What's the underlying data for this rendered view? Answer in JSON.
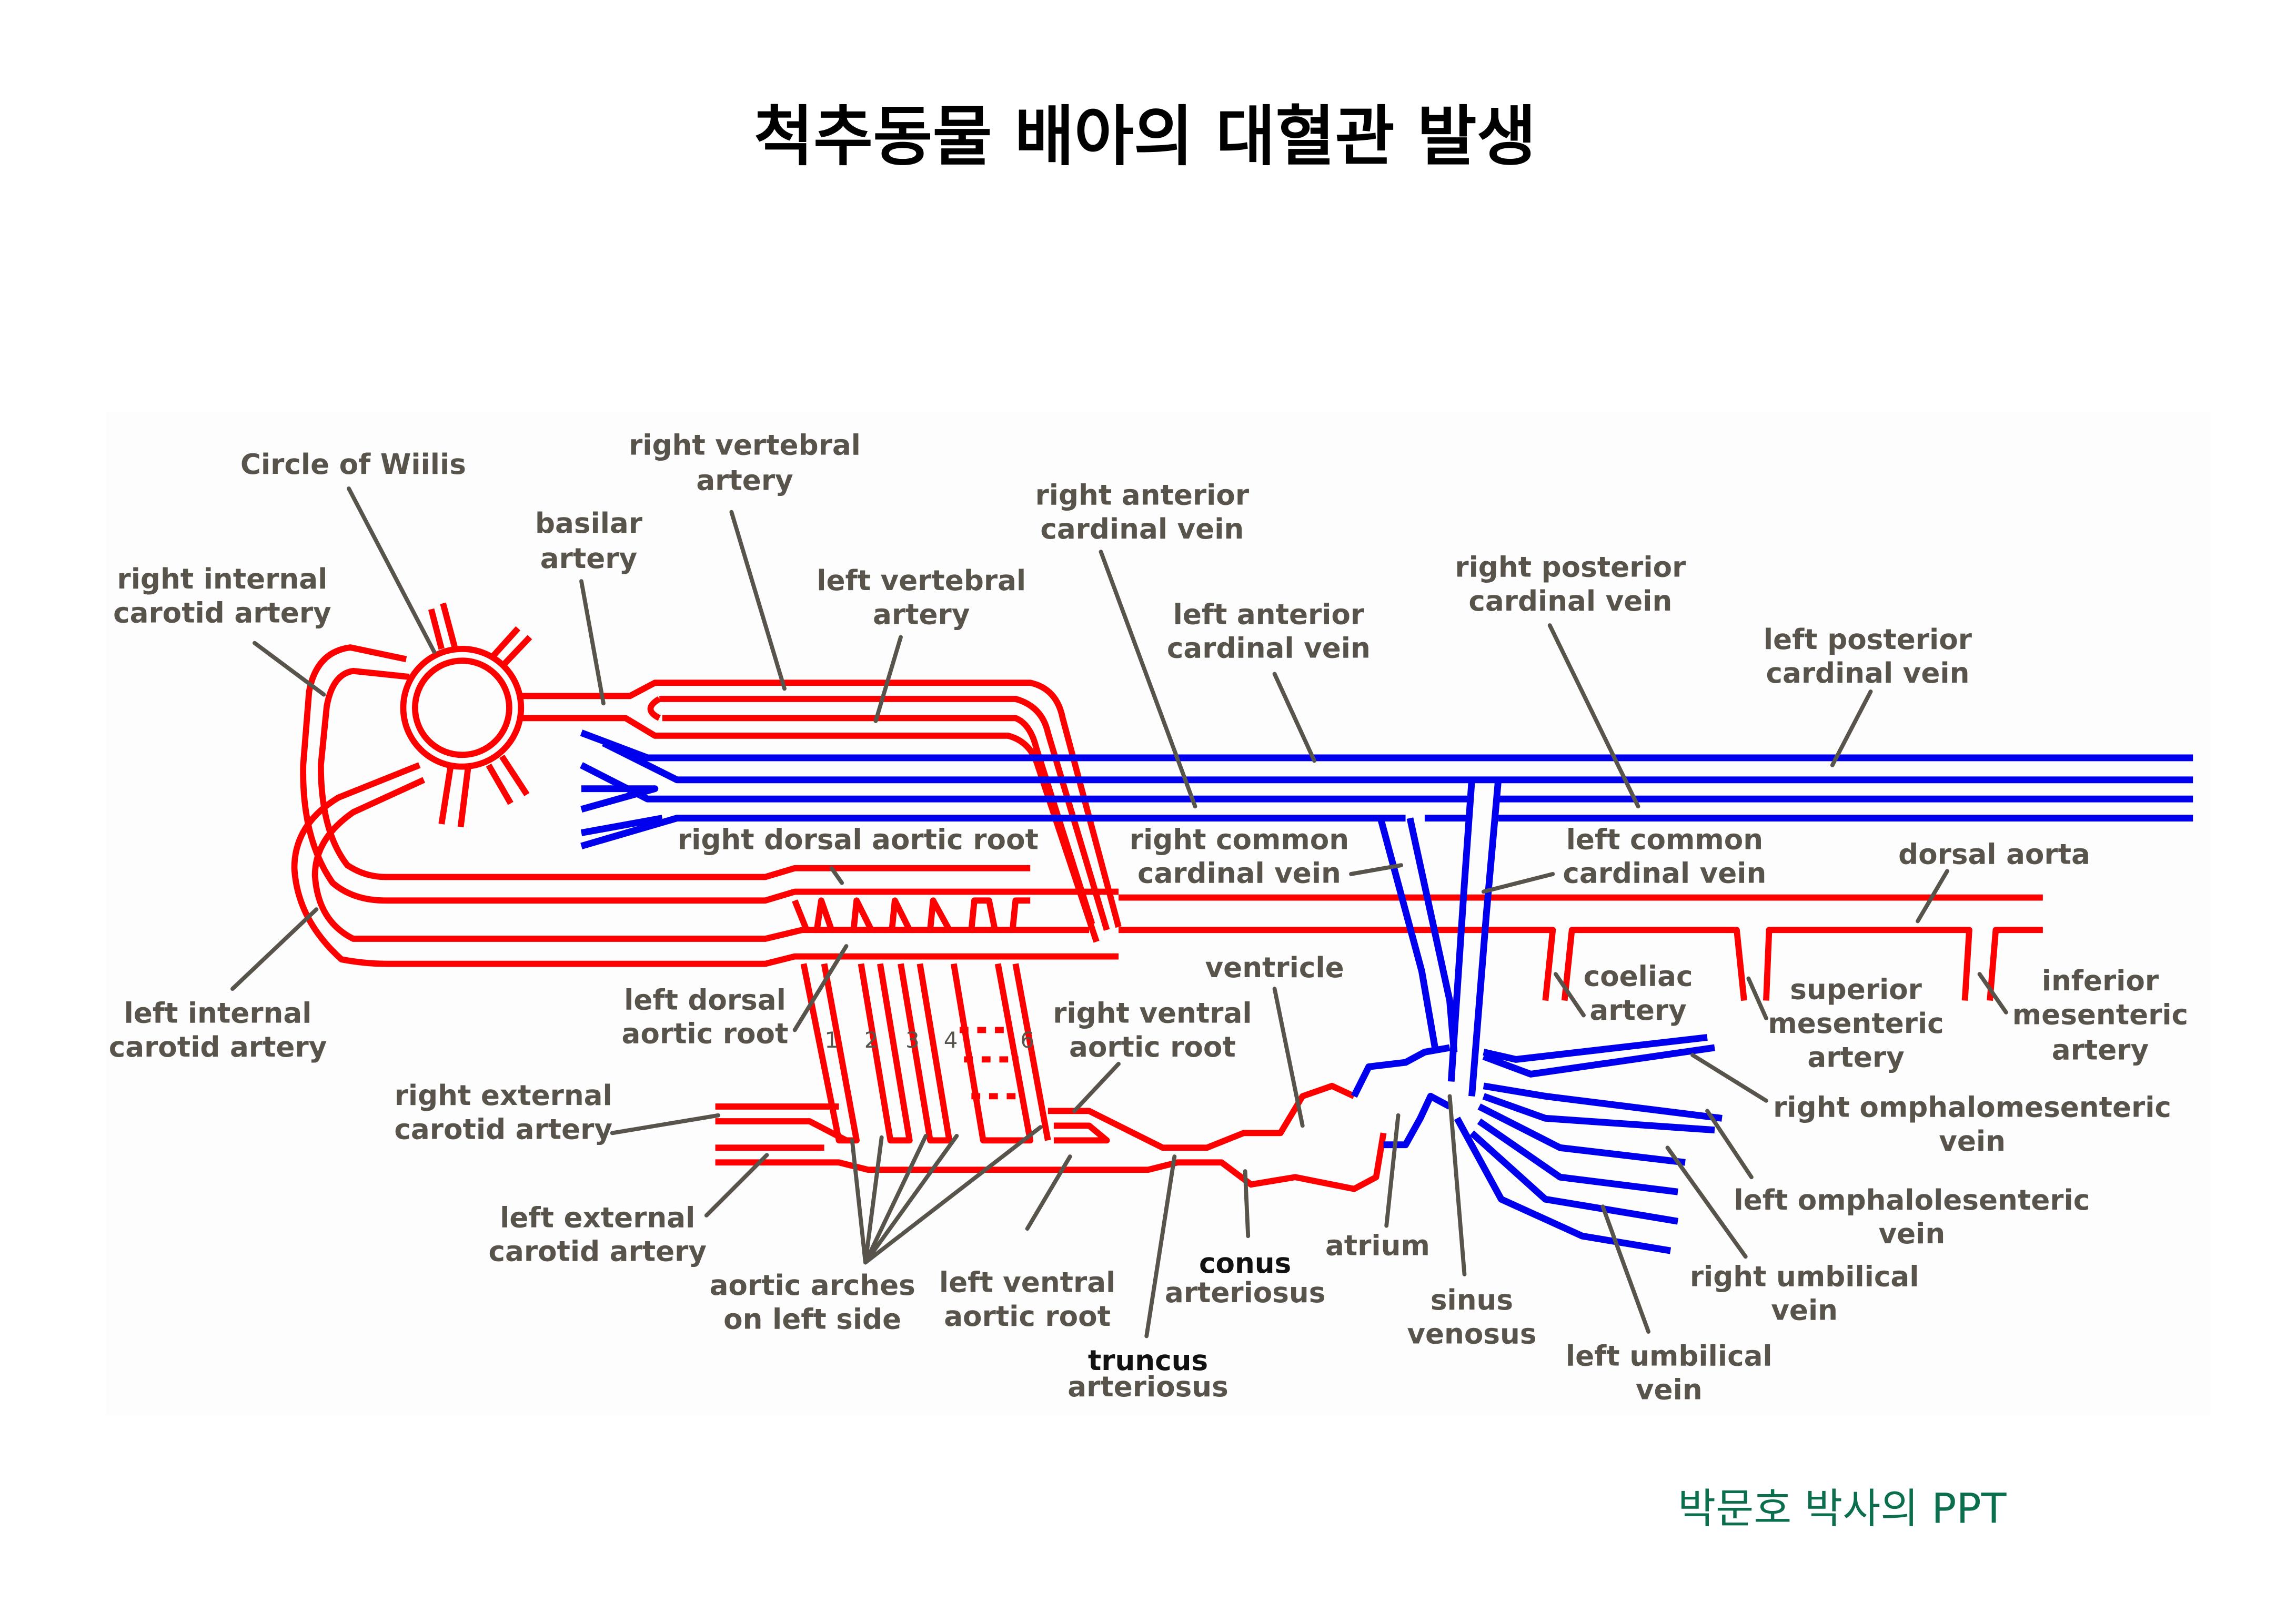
{
  "title": "척추동물 배아의 대혈관 발생",
  "credit": "박문호 박사의 PPT",
  "colors": {
    "artery": "#ff0000",
    "vein": "#0000ee",
    "label": "#58544c",
    "credit": "#0b6e4f"
  },
  "labels": {
    "circle_of_willis": [
      "Circle of Wiilis"
    ],
    "right_internal_carotid": [
      "right internal",
      "carotid artery"
    ],
    "basilar": [
      "basilar",
      "artery"
    ],
    "right_vertebral": [
      "right vertebral",
      "artery"
    ],
    "left_vertebral": [
      "left vertebral",
      "artery"
    ],
    "right_anterior_cardinal": [
      "right anterior",
      "cardinal vein"
    ],
    "left_anterior_cardinal": [
      "left anterior",
      "cardinal vein"
    ],
    "right_posterior_cardinal": [
      "right posterior",
      "cardinal vein"
    ],
    "left_posterior_cardinal": [
      "left posterior",
      "cardinal vein"
    ],
    "right_dorsal_aortic_root": [
      "right dorsal aortic root"
    ],
    "right_common_cardinal": [
      "right common",
      "cardinal vein"
    ],
    "left_common_cardinal": [
      "left common",
      "cardinal vein"
    ],
    "dorsal_aorta": [
      "dorsal aorta"
    ],
    "left_internal_carotid": [
      "left internal",
      "carotid artery"
    ],
    "left_dorsal_aortic_root": [
      "left dorsal",
      "aortic root"
    ],
    "ventricle": [
      "ventricle"
    ],
    "coeliac": [
      "coeliac",
      "artery"
    ],
    "superior_mesenteric": [
      "superior",
      "mesenteric",
      "artery"
    ],
    "inferior_mesenteric": [
      "inferior",
      "mesenteric",
      "artery"
    ],
    "right_ventral_aortic_root": [
      "right ventral",
      "aortic root"
    ],
    "right_external_carotid": [
      "right external",
      "carotid artery"
    ],
    "right_omphalomesenteric": [
      "right omphalomesenteric",
      "vein"
    ],
    "left_omphalomesenteric": [
      "left omphalolesenteric",
      "vein"
    ],
    "left_external_carotid": [
      "left external",
      "carotid artery"
    ],
    "atrium": [
      "atrium"
    ],
    "conus": [
      "conus",
      "arteriosus"
    ],
    "aortic_arches": [
      "aortic arches",
      "on left side"
    ],
    "left_ventral_aortic_root": [
      "left ventral",
      "aortic root"
    ],
    "sinus_venosus": [
      "sinus",
      "venosus"
    ],
    "right_umbilical": [
      "right umbilical",
      "vein"
    ],
    "left_umbilical": [
      "left umbilical",
      "vein"
    ],
    "truncus": [
      "truncus",
      "arteriosus"
    ]
  },
  "arch_numbers": [
    "1",
    "2",
    "3",
    "4",
    "6"
  ]
}
